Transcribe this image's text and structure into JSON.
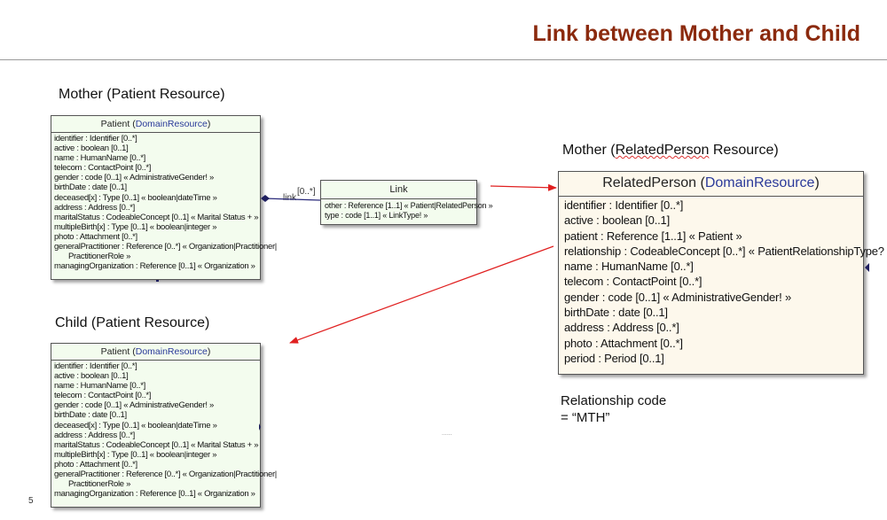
{
  "title": "Link between Mother and Child",
  "labels": {
    "mother_patient": "Mother (Patient Resource)",
    "child_patient": "Child (Patient Resource)",
    "mother_related_prefix": "Mother (",
    "mother_related_name": "RelatedPerson",
    "mother_related_suffix": " Resource)"
  },
  "patient_class": {
    "name": "Patient",
    "parent": "DomainResource",
    "attributes": [
      "identifier : Identifier [0..*]",
      "active : boolean [0..1]",
      "name : HumanName [0..*]",
      "telecom : ContactPoint [0..*]",
      "gender : code [0..1] « AdministrativeGender! »",
      "birthDate : date [0..1]",
      "deceased[x] : Type [0..1] « boolean|dateTime »",
      "address : Address [0..*]",
      "maritalStatus : CodeableConcept [0..1] « Marital Status + »",
      "multipleBirth[x] : Type [0..1] « boolean|integer »",
      "photo : Attachment [0..*]",
      "generalPractitioner : Reference [0..*] « Organization|Practitioner|",
      "PractitionerRole »",
      "managingOrganization : Reference [0..1] « Organization »"
    ]
  },
  "link_class": {
    "name": "Link",
    "attributes": [
      "other : Reference [1..1] « Patient|RelatedPerson »",
      "type : code [1..1] « LinkType! »"
    ]
  },
  "link_connector": {
    "role": "link",
    "multiplicity": "[0..*]"
  },
  "related_person_class": {
    "name": "RelatedPerson",
    "parent": "DomainResource",
    "attributes": [
      "identifier : Identifier [0..*]",
      "active : boolean [0..1]",
      "patient : Reference [1..1] « Patient »",
      "relationship : CodeableConcept [0..*] « PatientRelationshipType? »",
      "name : HumanName [0..*]",
      "telecom : ContactPoint [0..*]",
      "gender : code [0..1] « AdministrativeGender! »",
      "birthDate : date [0..1]",
      "address : Address [0..*]",
      "photo : Attachment [0..*]",
      "period : Period [0..1]"
    ]
  },
  "relationship_code": {
    "line1": "Relationship code",
    "line2": "= “MTH”"
  },
  "page_number": "5",
  "tiny_mark": "......",
  "colors": {
    "title": "#8b2a0e",
    "arrow": "#e02020",
    "uml_fill_green": "#f3fcee",
    "uml_fill_cream": "#fdf8ec",
    "parent_link": "#2b3a9a",
    "connector": "#2a2a7a"
  }
}
